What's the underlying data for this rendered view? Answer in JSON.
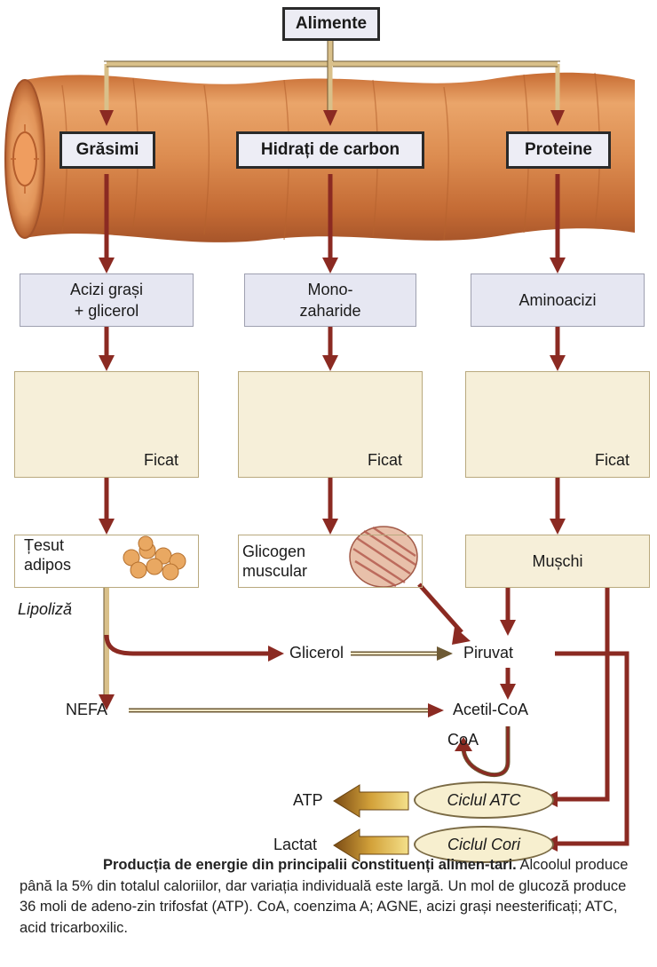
{
  "top": {
    "label": "Alimente"
  },
  "sources": [
    {
      "label": "Grăsimi"
    },
    {
      "label": "Hidrați de carbon"
    },
    {
      "label": "Proteine"
    }
  ],
  "products": [
    {
      "line1": "Acizi grași",
      "line2": "+ glicerol"
    },
    {
      "line1": "Mono-",
      "line2": "zaharide"
    },
    {
      "line1": "Aminoacizi",
      "line2": ""
    }
  ],
  "liver_label": "Ficat",
  "tissues": {
    "adipose": {
      "line1": "Țesut",
      "line2": "adipos"
    },
    "glycogen": {
      "line1": "Glicogen",
      "line2": "muscular"
    },
    "muscle": {
      "line1": "Mușchi"
    }
  },
  "lipoliza": "Lipoliză",
  "metabolites": {
    "glicerol": "Glicerol",
    "piruvat": "Piruvat",
    "nefa": "NEFA",
    "acetil_coa": "Acetil-CoA",
    "coa": "CoA"
  },
  "cycles": {
    "atc": "Ciclul ATC",
    "cori": "Ciclul Cori"
  },
  "outputs": {
    "atp": "ATP",
    "lactat": "Lactat"
  },
  "caption": {
    "bold_part": "Producția de energie din principalii constituenți alimen-tari.",
    "rest": "Alcoolul produce până la 5% din totalul caloriilor, dar variația individuală este largă. Un mol de glucoză produce 36 moli de adeno-zin trifosfat (ATP). CoA, coenzima A; AGNE, acizi grași neesterificați; ATC, acid tricarboxilic."
  },
  "colors": {
    "arrow": "#8b2a22",
    "intestine": "#d88a4c",
    "liver": "#a0503b",
    "energy_arrow": "#c99a2e"
  }
}
